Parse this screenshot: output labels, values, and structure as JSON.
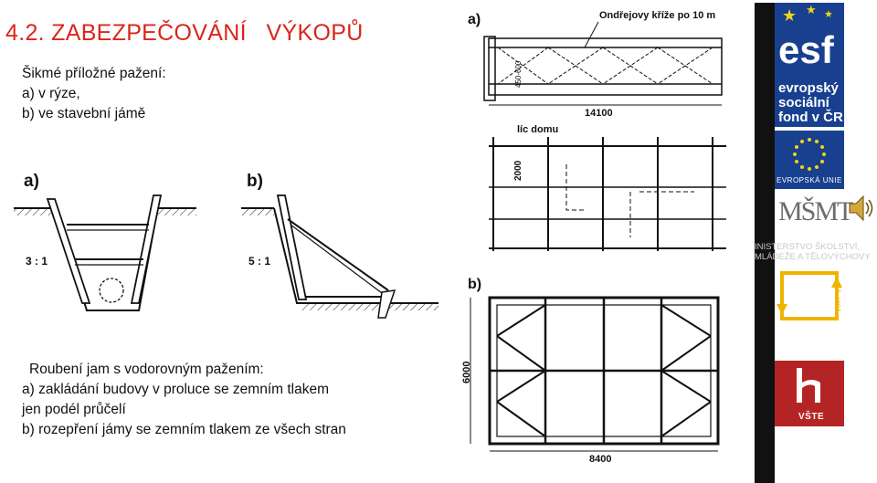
{
  "heading": {
    "title": "4.2. ZABEZPEČOVÁNÍ   VÝKOPŮ"
  },
  "intro": {
    "line1": "Šikmé příložné pažení:",
    "line2": "a) v rýze,",
    "line3": "b) ve stavební jámě"
  },
  "left_figures": {
    "label_a": "a)",
    "label_b": "b)",
    "ratio_a": "3 : 1",
    "ratio_b": "5 : 1"
  },
  "bottom_text": {
    "line1": "Roubení jam s vodorovným pažením:",
    "line2": "a) zakládání budovy v proluce se zemním tlakem",
    "line3": "jen podél průčelí",
    "line4": "b) rozepření jámy se zemním tlakem ze všech stran"
  },
  "right_figures": {
    "label_a": "a)",
    "label_b": "b)",
    "crosses_label": "Ondřejovy kříže po 10 m",
    "dim_14100": "14100",
    "dim_small": "450-600",
    "lic_domu": "líc domu",
    "dim_2000": "2000",
    "dim_6000": "6000",
    "dim_8400": "8400"
  },
  "sidebar": {
    "esf_logo_text": "esf",
    "esf_line1": "evropský",
    "esf_line2": "sociální",
    "esf_line3": "fond v ČR",
    "eu_label": "EVROPSKÁ UNIE",
    "msmt_logo_text": "MŠMT",
    "ministry_line1": "INISTERSTVO ŠKOLSTVÍ,",
    "ministry_line2": "MLÁDEŽE A TĚLOVÝCHOVY",
    "op_label": "2007-13",
    "vste_label": "VŠTE"
  },
  "colors": {
    "title_red": "#d9261c",
    "esf_blue": "#18408f",
    "vste_red": "#b52424",
    "op_yellow": "#f0b400"
  }
}
